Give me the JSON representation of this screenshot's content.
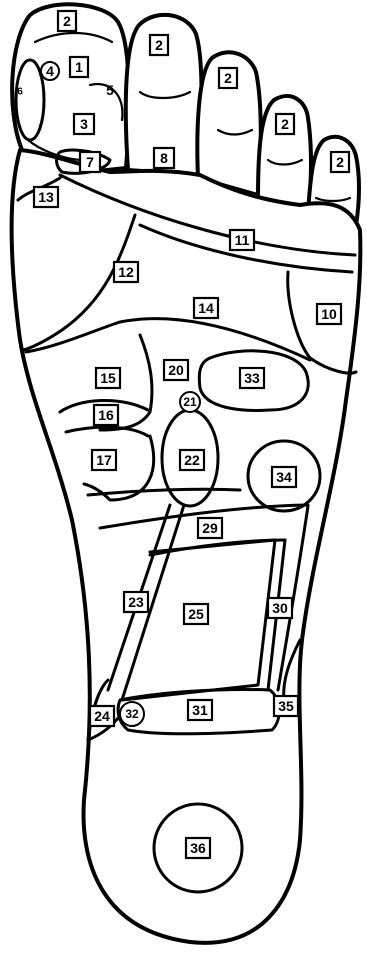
{
  "colors": {
    "ink": "#000000",
    "paper": "#ffffff"
  },
  "labels": {
    "z1": "1",
    "z2a": "2",
    "z2b": "2",
    "z2c": "2",
    "z2d": "2",
    "z2e": "2",
    "z3": "3",
    "z4": "4",
    "z5": "5",
    "z6": "6",
    "z7": "7",
    "z8": "8",
    "z10": "10",
    "z11": "11",
    "z12": "12",
    "z13": "13",
    "z14": "14",
    "z15": "15",
    "z16": "16",
    "z17": "17",
    "z20": "20",
    "z21": "21",
    "z22": "22",
    "z23": "23",
    "z24": "24",
    "z25": "25",
    "z29": "29",
    "z30": "30",
    "z31": "31",
    "z32": "32",
    "z33": "33",
    "z34": "34",
    "z35": "35",
    "z36": "36"
  }
}
